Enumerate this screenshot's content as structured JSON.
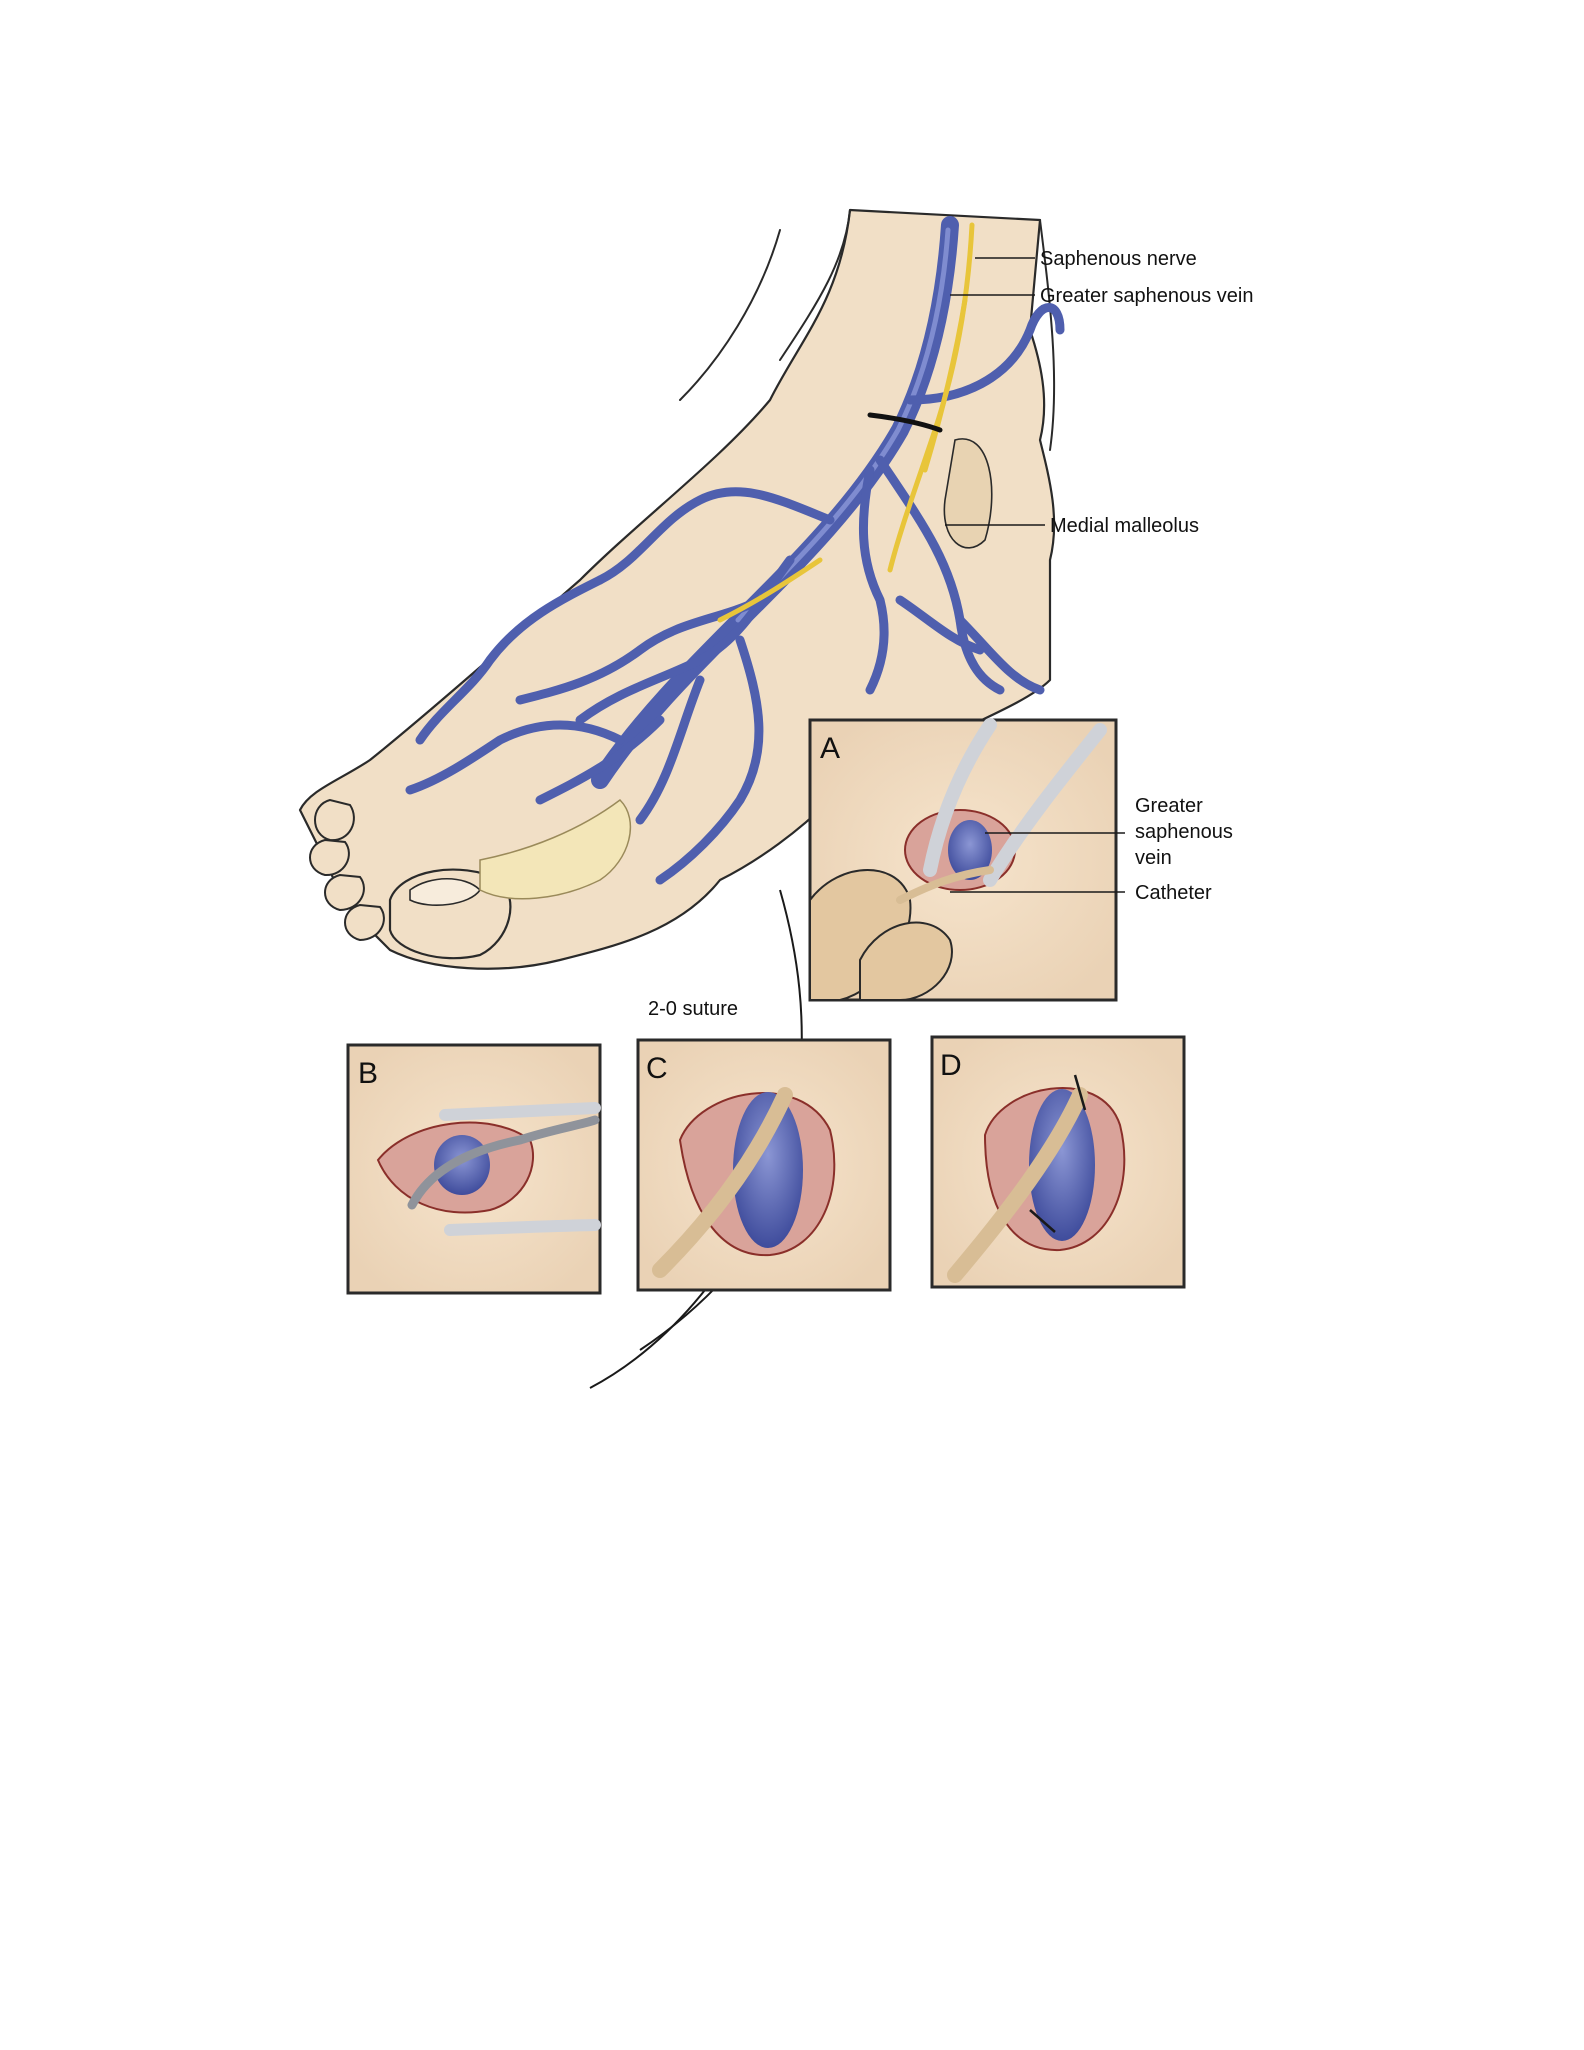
{
  "figure": {
    "labels": {
      "saphenous_nerve": "Saphenous nerve",
      "greater_saphenous_vein": "Greater saphenous vein",
      "medial_malleolus": "Medial malleolus",
      "inset_vein_line1": "Greater",
      "inset_vein_line2": "saphenous",
      "inset_vein_line3": "vein",
      "catheter": "Catheter",
      "suture": "2-0 suture"
    },
    "panels": [
      "A",
      "B",
      "C",
      "D"
    ]
  },
  "colors": {
    "skin": "#f1dfc6",
    "skin_shadow": "#dcc3a2",
    "vein": "#4f5fae",
    "vein_dark": "#2e3a80",
    "nerve": "#e8c53a",
    "bone": "#f3e6b8",
    "muscle": "#d9a39a",
    "fat": "#eddc8e",
    "vessel_loop": "#cfd2d8",
    "catheter": "#d8bd95"
  }
}
